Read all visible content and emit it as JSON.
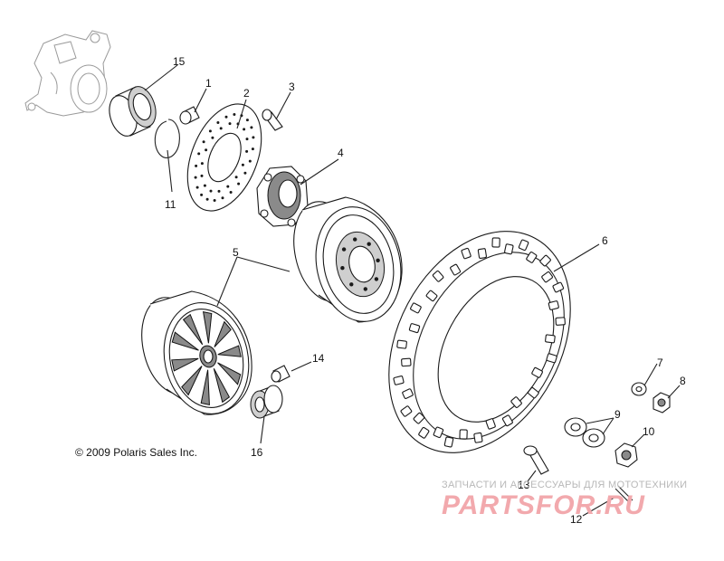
{
  "copyright": "© 2009 Polaris Sales Inc.",
  "watermark": {
    "tagline": "ЗАПЧАСТИ И АКСЕССУАРЫ ДЛЯ МОТОТЕХНИКИ",
    "brand": "PARTSFOR.RU"
  },
  "callouts": {
    "c1": "1",
    "c2": "2",
    "c3": "3",
    "c4": "4",
    "c5": "5",
    "c6": "6",
    "c7": "7",
    "c8": "8",
    "c9": "9",
    "c10": "10",
    "c11": "11",
    "c12": "12",
    "c13": "13",
    "c14": "14",
    "c15": "15",
    "c16": "16"
  }
}
